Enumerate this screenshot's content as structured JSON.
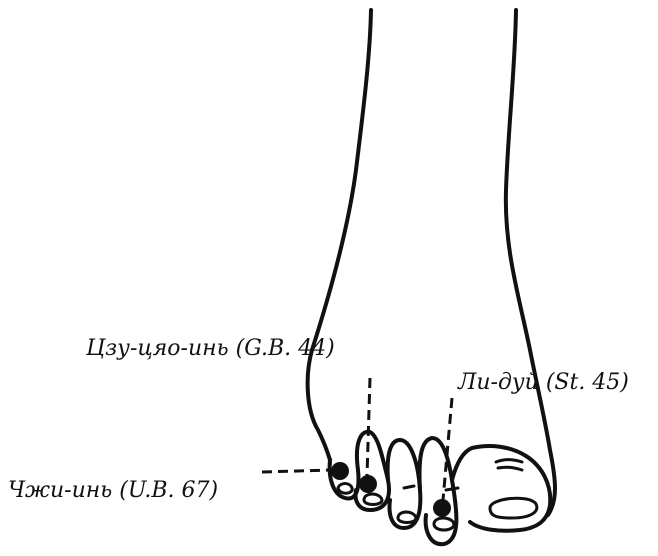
{
  "points": [
    {
      "id": "gb44",
      "label": "Цзу-цяо-инь (G.B. 44)"
    },
    {
      "id": "st45",
      "label": "Ли-дуй (St. 45)"
    },
    {
      "id": "ub67",
      "label": "Чжи-инь (U.B. 67)"
    }
  ],
  "colors": {
    "ink": "#111111",
    "background": "#ffffff"
  }
}
